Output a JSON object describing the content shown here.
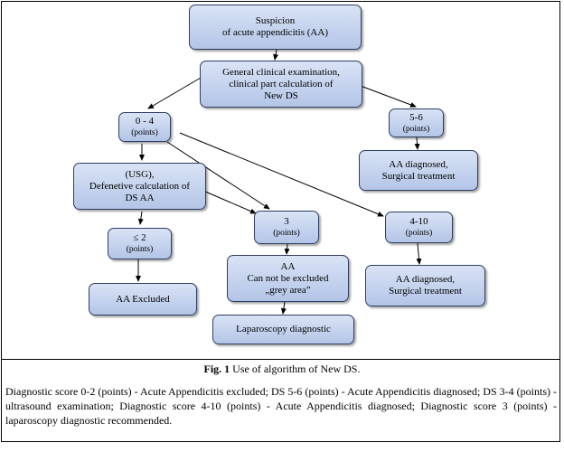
{
  "nodes": {
    "suspicion": [
      "Suspicion",
      "of acute appendicitis (AA)"
    ],
    "general_exam": [
      "General clinical examination,",
      "clinical part calculation of",
      "New DS"
    ],
    "score_0_4": [
      "0 - 4",
      "(points)"
    ],
    "score_5_6": [
      "5-6",
      "(points)"
    ],
    "aa_diagnosed_surgical_1": [
      "AA diagnosed,",
      "Surgical treatment"
    ],
    "usg": [
      "(USG),",
      "Defenetive calculation of",
      "DS AA"
    ],
    "score_3": [
      "3",
      "(points)"
    ],
    "score_4_10": [
      "4-10",
      "(points)"
    ],
    "score_le_2": [
      "≤ 2",
      "(points)"
    ],
    "grey_area": [
      "AA",
      "Can not be excluded",
      "„grey area”"
    ],
    "aa_diagnosed_surgical_2": [
      "AA diagnosed,",
      "Surgical treatment"
    ],
    "aa_excluded": [
      "AA Excluded"
    ],
    "laparoscopy": [
      "Laparoscopy diagnostic"
    ]
  },
  "caption": {
    "label": "Fig. 1",
    "text": " Use of algorithm of New DS."
  },
  "description": "Diagnostic score 0-2 (points) - Acute Appendicitis excluded; DS 5-6 (points) - Acute Appendicitis diagnosed; DS 3-4 (points) - ultrasound examination; Diagnostic score 4-10 (points) - Acute Appendicitis diagnosed; Diagnostic score 3 (points) - laparoscopy diagnostic recommended.",
  "colors": {
    "box_fill_top": "#d9e3f5",
    "box_fill_bottom": "#b3c5e7",
    "box_border": "#2d3f63",
    "arrow": "#000000"
  }
}
